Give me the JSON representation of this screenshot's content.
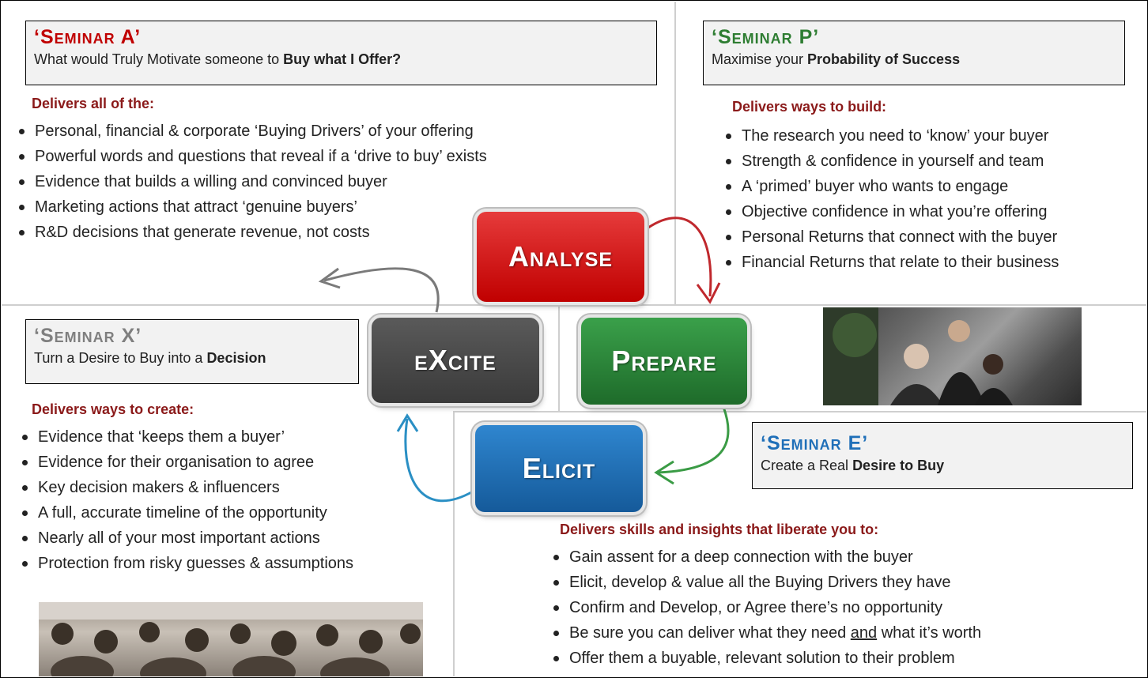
{
  "colors": {
    "red": "#c00000",
    "green": "#2e7d32",
    "blue": "#1f6fb8",
    "gray": "#7f7f7f",
    "delivers": "#8b1a1a"
  },
  "phases": {
    "analyse": "Analyse",
    "prepare": "Prepare",
    "elicit": "Elicit",
    "excite": "eXcite"
  },
  "seminar_a": {
    "title": "‘Seminar A’",
    "subtitle_prefix": "What would Truly Motivate someone to ",
    "subtitle_bold": "Buy what I Offer?",
    "delivers": "Delivers all of the:",
    "items": [
      "Personal, financial & corporate ‘Buying Drivers’ of your offering",
      "Powerful words and questions that reveal if a ‘drive to buy’ exists",
      "Evidence that builds a willing and convinced buyer",
      "Marketing actions that attract ‘genuine buyers’",
      "R&D decisions that generate revenue, not costs"
    ]
  },
  "seminar_p": {
    "title": "‘Seminar P’",
    "subtitle_prefix": "Maximise your ",
    "subtitle_bold": "Probability of Success",
    "delivers": "Delivers ways to build:",
    "items": [
      "The research you need to ‘know’ your buyer",
      "Strength & confidence in yourself and team",
      "A ‘primed’ buyer who wants to engage",
      "Objective confidence in what you’re offering",
      "Personal Returns that connect with the buyer",
      "Financial Returns that relate to their business"
    ]
  },
  "seminar_x": {
    "title": "‘Seminar X’",
    "subtitle_prefix": "Turn a Desire to Buy into a ",
    "subtitle_bold": "Decision",
    "delivers": "Delivers ways to create:",
    "items": [
      "Evidence that ‘keeps them a buyer’",
      "Evidence for their organisation to agree",
      "Key decision makers & influencers",
      "A full, accurate timeline of the opportunity",
      "Nearly all of your most important actions",
      "Protection from risky guesses & assumptions"
    ]
  },
  "seminar_e": {
    "title": "‘Seminar E’",
    "subtitle_prefix": "Create a Real ",
    "subtitle_bold": "Desire to Buy",
    "delivers": "Delivers skills and insights that liberate you to:",
    "items": [
      "Gain assent for a deep connection with the buyer",
      "Elicit, develop & value all the Buying Drivers they have",
      "Confirm and Develop, or Agree there’s no opportunity",
      "Offer them a buyable, relevant solution to their problem"
    ],
    "item4_prefix": "Be sure you can deliver what they need ",
    "item4_underlined": "and",
    "item4_suffix": " what it’s worth"
  }
}
